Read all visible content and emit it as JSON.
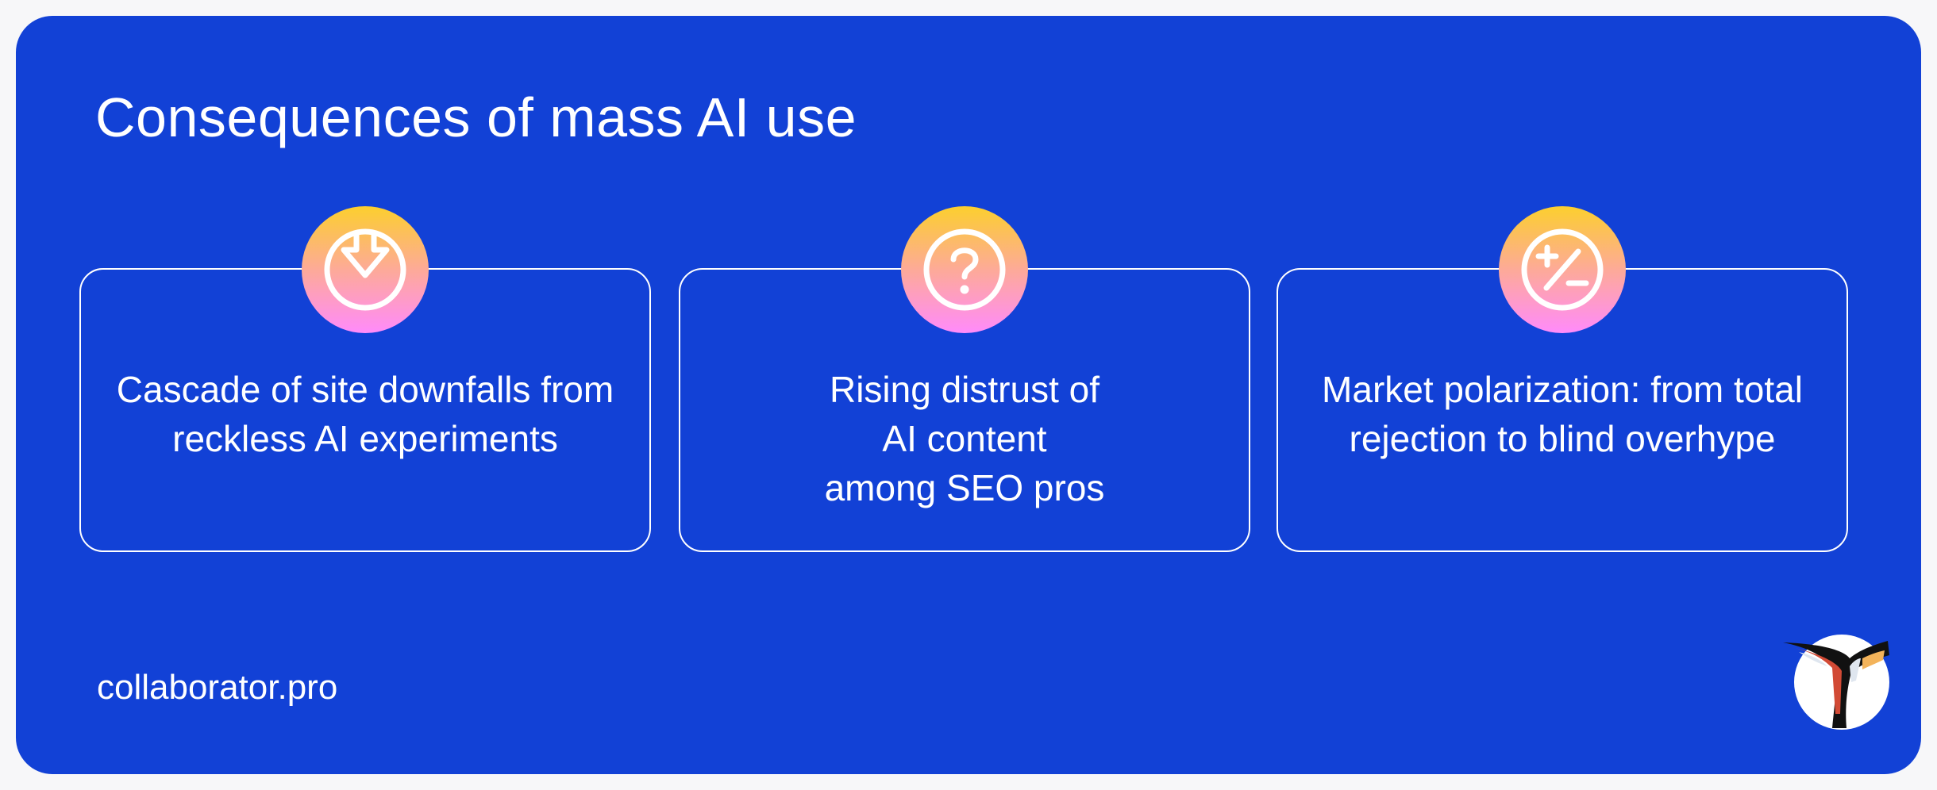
{
  "title": "Consequences of mass AI use",
  "cards": [
    {
      "icon": "arrow-down-circle-icon",
      "text": "Cascade of site downfalls from reckless AI experiments"
    },
    {
      "icon": "question-circle-icon",
      "text": "Rising distrust of AI content among SEO pros"
    },
    {
      "icon": "plus-minus-circle-icon",
      "text": "Market polarization: from total rejection to blind overhype"
    }
  ],
  "footer": {
    "site": "collaborator.pro"
  },
  "colors": {
    "background": "#1241d6",
    "gradient_top": "#fccf2e",
    "gradient_bottom": "#ff8bfb"
  }
}
